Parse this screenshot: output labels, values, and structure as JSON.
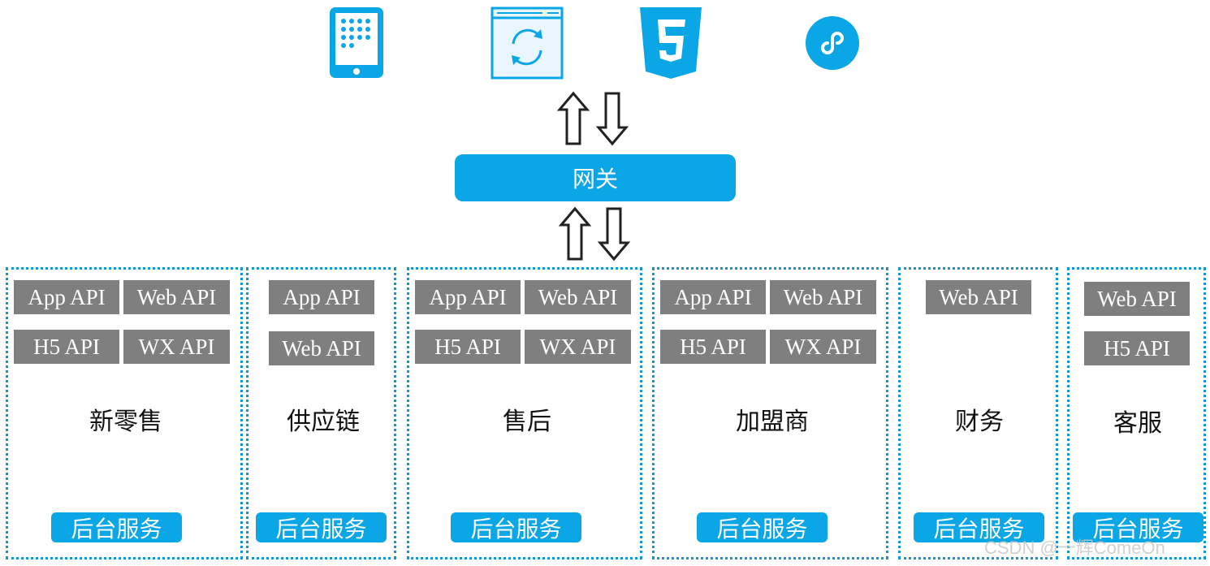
{
  "clients": [
    {
      "icon": "tablet-app-icon"
    },
    {
      "icon": "web-browser-refresh-icon"
    },
    {
      "icon": "html5-icon"
    },
    {
      "icon": "mini-program-icon"
    }
  ],
  "gateway": {
    "label": "网关"
  },
  "domains": [
    {
      "title": "新零售",
      "apis": [
        "App API",
        "Web API",
        "H5 API",
        "WX API"
      ],
      "service": "后台服务"
    },
    {
      "title": "供应链",
      "apis": [
        "App API",
        "Web API"
      ],
      "service": "后台服务"
    },
    {
      "title": "售后",
      "apis": [
        "App API",
        "Web API",
        "H5 API",
        "WX API"
      ],
      "service": "后台服务"
    },
    {
      "title": "加盟商",
      "apis": [
        "App API",
        "Web API",
        "H5 API",
        "WX API"
      ],
      "service": "后台服务"
    },
    {
      "title": "财务",
      "apis": [
        "Web API"
      ],
      "service": "后台服务"
    },
    {
      "title": "客服",
      "apis": [
        "Web API",
        "H5 API"
      ],
      "service": "后台服务"
    }
  ],
  "colors": {
    "accent": "#0aa6e6",
    "api_box": "#7f7f7f",
    "border": "#1296d4"
  },
  "watermark": "CSDN @一辉ComeOn"
}
